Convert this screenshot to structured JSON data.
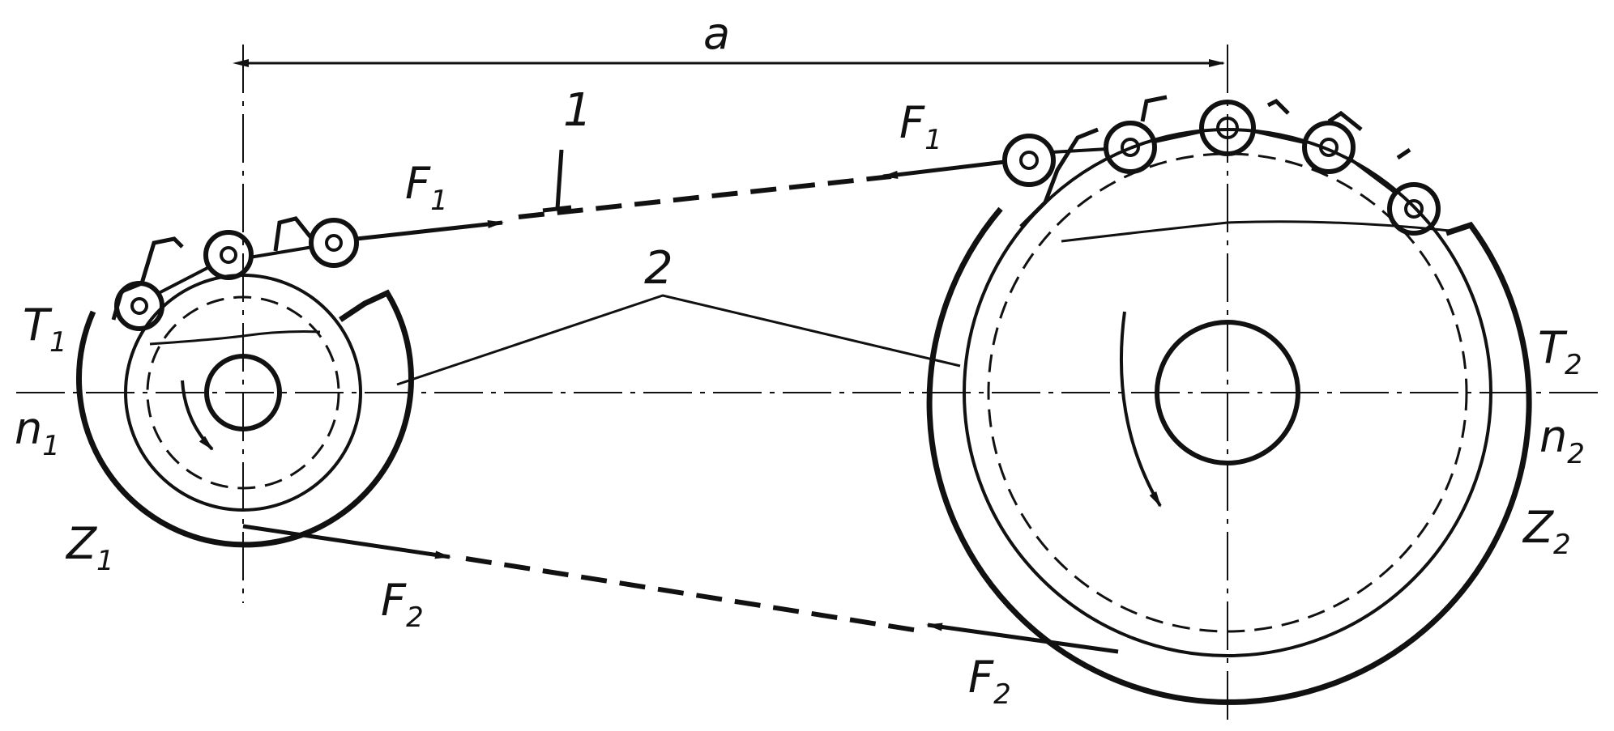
{
  "colors": {
    "ink": "#111111",
    "background": "#ffffff"
  },
  "labels": {
    "center_distance": "a",
    "chain_number": "1",
    "sprocket_number": "2",
    "force_tight": {
      "main": "F",
      "sub": "1"
    },
    "force_slack": {
      "main": "F",
      "sub": "2"
    },
    "left_sprocket": {
      "torque": {
        "main": "T",
        "sub": "1"
      },
      "speed": {
        "main": "n",
        "sub": "1"
      },
      "teeth": {
        "main": "Z",
        "sub": "1"
      }
    },
    "right_sprocket": {
      "torque": {
        "main": "T",
        "sub": "2"
      },
      "speed": {
        "main": "n",
        "sub": "2"
      },
      "teeth": {
        "main": "Z",
        "sub": "2"
      }
    }
  }
}
